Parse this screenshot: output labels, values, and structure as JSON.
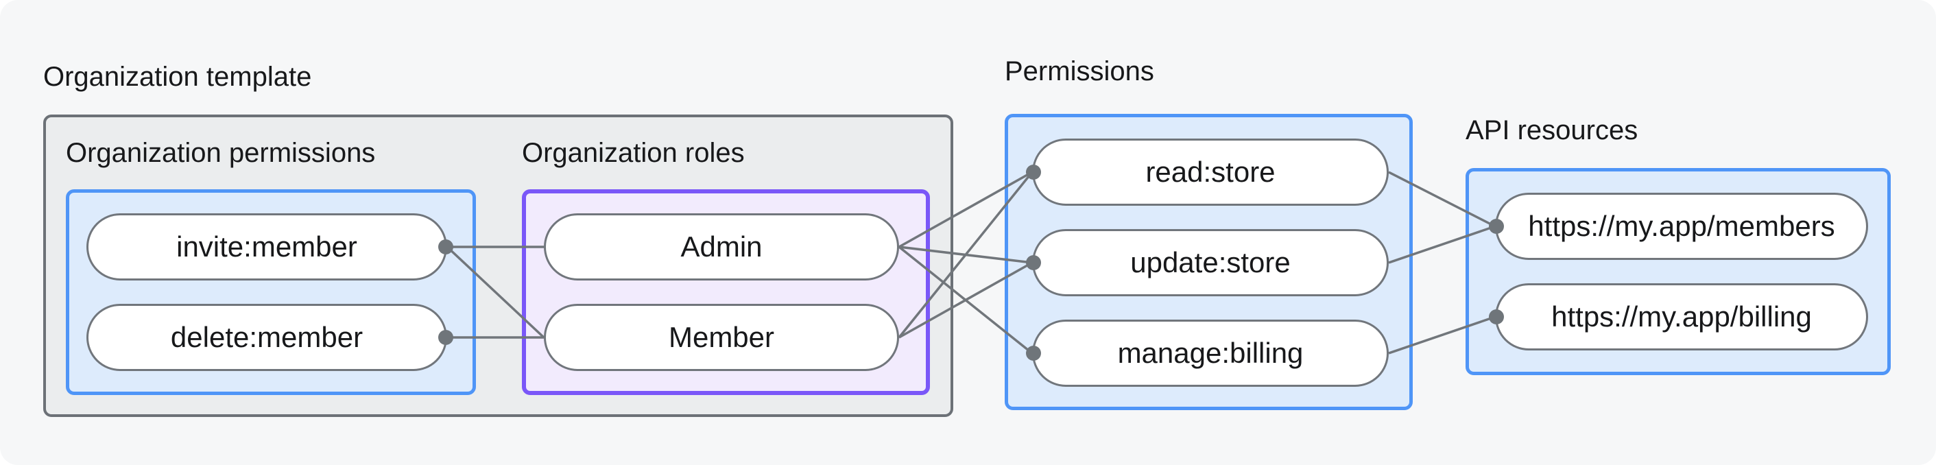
{
  "groups": {
    "org_template": {
      "title": "Organization template"
    },
    "org_permissions": {
      "title": "Organization permissions"
    },
    "org_roles": {
      "title": "Organization roles"
    },
    "permissions": {
      "title": "Permissions"
    },
    "api_resources": {
      "title": "API resources"
    }
  },
  "nodes": {
    "invite_member": {
      "label": "invite:member"
    },
    "delete_member": {
      "label": "delete:member"
    },
    "admin": {
      "label": "Admin"
    },
    "member": {
      "label": "Member"
    },
    "read_store": {
      "label": "read:store"
    },
    "update_store": {
      "label": "update:store"
    },
    "manage_billing": {
      "label": "manage:billing"
    },
    "api_members": {
      "label": "https://my.app/members"
    },
    "api_billing": {
      "label": "https://my.app/billing"
    }
  },
  "diagram": {
    "edge_color": "#71767b",
    "edge_width": 3.5,
    "dot_color": "#6f757a",
    "dot_radius": 11,
    "edges": [
      {
        "from": "invite_member",
        "to": "admin"
      },
      {
        "from": "invite_member",
        "to": "member"
      },
      {
        "from": "delete_member",
        "to": "member"
      },
      {
        "from": "admin",
        "to": "read_store"
      },
      {
        "from": "admin",
        "to": "update_store"
      },
      {
        "from": "admin",
        "to": "manage_billing"
      },
      {
        "from": "member",
        "to": "read_store"
      },
      {
        "from": "member",
        "to": "update_store"
      },
      {
        "from": "read_store",
        "to": "api_members"
      },
      {
        "from": "update_store",
        "to": "api_members"
      },
      {
        "from": "manage_billing",
        "to": "api_billing"
      }
    ],
    "dots": [
      {
        "node": "invite_member",
        "side": "right"
      },
      {
        "node": "delete_member",
        "side": "right"
      },
      {
        "node": "read_store",
        "side": "left"
      },
      {
        "node": "update_store",
        "side": "left"
      },
      {
        "node": "manage_billing",
        "side": "left"
      },
      {
        "node": "api_members",
        "side": "left"
      },
      {
        "node": "api_billing",
        "side": "left"
      }
    ]
  },
  "colors": {
    "card_background": "#f6f7f8",
    "template_box_fill": "#ebedee",
    "template_box_border": "#6c7177",
    "blue_box_fill": "#ddebfc",
    "blue_box_border": "#4f95f7",
    "purple_box_fill": "#f2ebfd",
    "purple_box_border": "#7a57f8",
    "pill_fill": "#ffffff",
    "pill_border": "#71767c",
    "text": "#17181a"
  }
}
